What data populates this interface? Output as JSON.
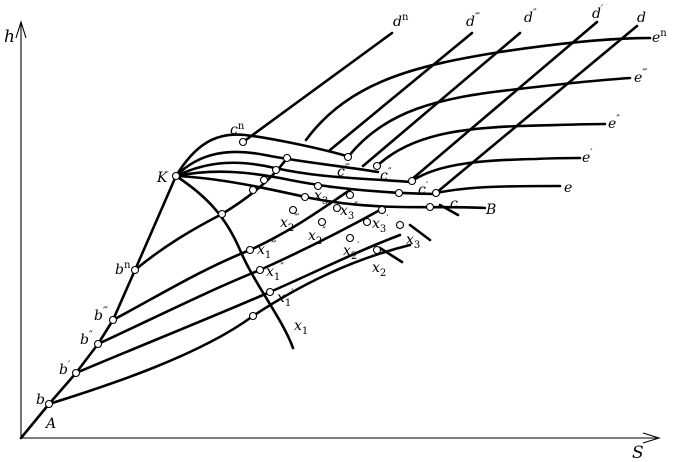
{
  "axes": {
    "y_label": "h",
    "x_label": "S"
  },
  "points": {
    "A": "A",
    "K": "K",
    "B": "B",
    "b": {
      "base": "b",
      "mark": ""
    },
    "b1": {
      "base": "b",
      "mark": "′"
    },
    "b2": {
      "base": "b",
      "mark": "″"
    },
    "b3": {
      "base": "b",
      "mark": "‴"
    },
    "bn": {
      "base": "b",
      "mark": "n"
    },
    "c": {
      "base": "c",
      "mark": ""
    },
    "c1": {
      "base": "c",
      "mark": "′"
    },
    "c2": {
      "base": "c",
      "mark": "″"
    },
    "c3": {
      "base": "c",
      "mark": "‴"
    },
    "cn": {
      "base": "c",
      "mark": "n"
    },
    "d": {
      "base": "d",
      "mark": ""
    },
    "d1": {
      "base": "d",
      "mark": "′"
    },
    "d2": {
      "base": "d",
      "mark": "″"
    },
    "d3": {
      "base": "d",
      "mark": "‴"
    },
    "dn": {
      "base": "d",
      "mark": "n"
    },
    "e": {
      "base": "e",
      "mark": ""
    },
    "e1": {
      "base": "e",
      "mark": "′"
    },
    "e2": {
      "base": "e",
      "mark": "″"
    },
    "e3": {
      "base": "e",
      "mark": "‴"
    },
    "en": {
      "base": "e",
      "mark": "n"
    }
  },
  "x_points": [
    {
      "base": "x",
      "sub": "1",
      "mark": ""
    },
    {
      "base": "x",
      "sub": "1",
      "mark": "′"
    },
    {
      "base": "x",
      "sub": "1",
      "mark": "″"
    },
    {
      "base": "x",
      "sub": "1",
      "mark": "‴"
    },
    {
      "base": "x",
      "sub": "2",
      "mark": ""
    },
    {
      "base": "x",
      "sub": "2",
      "mark": "′"
    },
    {
      "base": "x",
      "sub": "2",
      "mark": "″"
    },
    {
      "base": "x",
      "sub": "2",
      "mark": "‴"
    },
    {
      "base": "x",
      "sub": "3",
      "mark": ""
    },
    {
      "base": "x",
      "sub": "3",
      "mark": "′"
    },
    {
      "base": "x",
      "sub": "3",
      "mark": "″"
    },
    {
      "base": "x",
      "sub": "3",
      "mark": "‴"
    }
  ]
}
